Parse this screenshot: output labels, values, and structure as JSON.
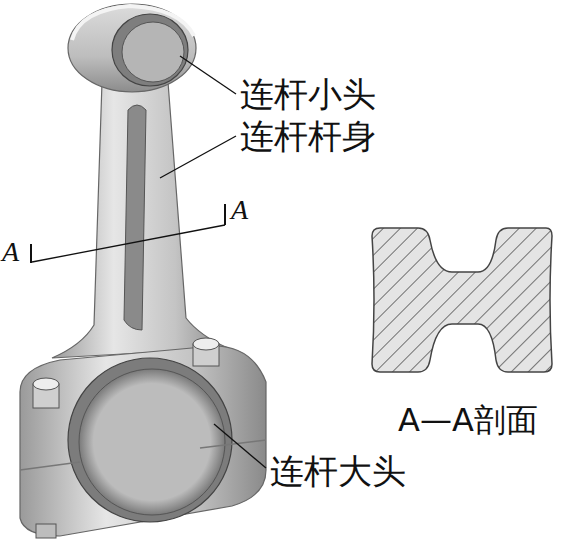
{
  "diagram": {
    "labels": [
      "连杆小头",
      "连杆杆身",
      "A",
      "A",
      "A—A剖面",
      "连杆大头"
    ]
  }
}
